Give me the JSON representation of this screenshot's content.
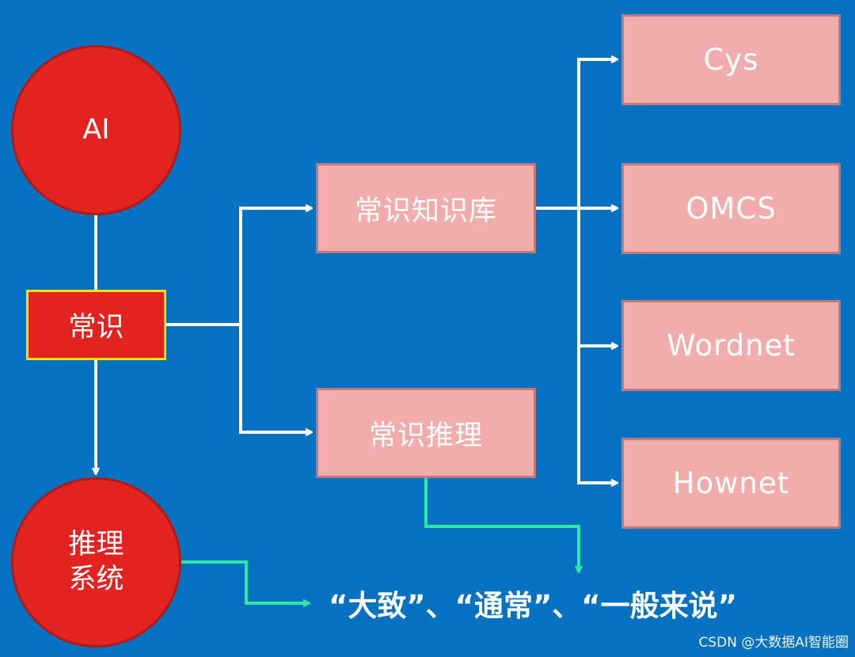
{
  "nodes": {
    "ai": "AI",
    "common_sense": "常识",
    "reasoning_system": "推理\n系统",
    "knowledge_base": "常识知识库",
    "common_sense_reasoning": "常识推理"
  },
  "knowledge_bases": [
    "Cys",
    "OMCS",
    "Wordnet",
    "Hownet"
  ],
  "caption": "“大致”、“通常”、“一般来说”",
  "watermark": "CSDN @大数据AI智能圈",
  "colors": {
    "background": "#0571c1",
    "circle_fill": "#e3231f",
    "highlight_border": "#f2e600",
    "box_fill": "#f1adac",
    "connector": "#ffffff",
    "accent_connector": "#2fe6a6"
  }
}
